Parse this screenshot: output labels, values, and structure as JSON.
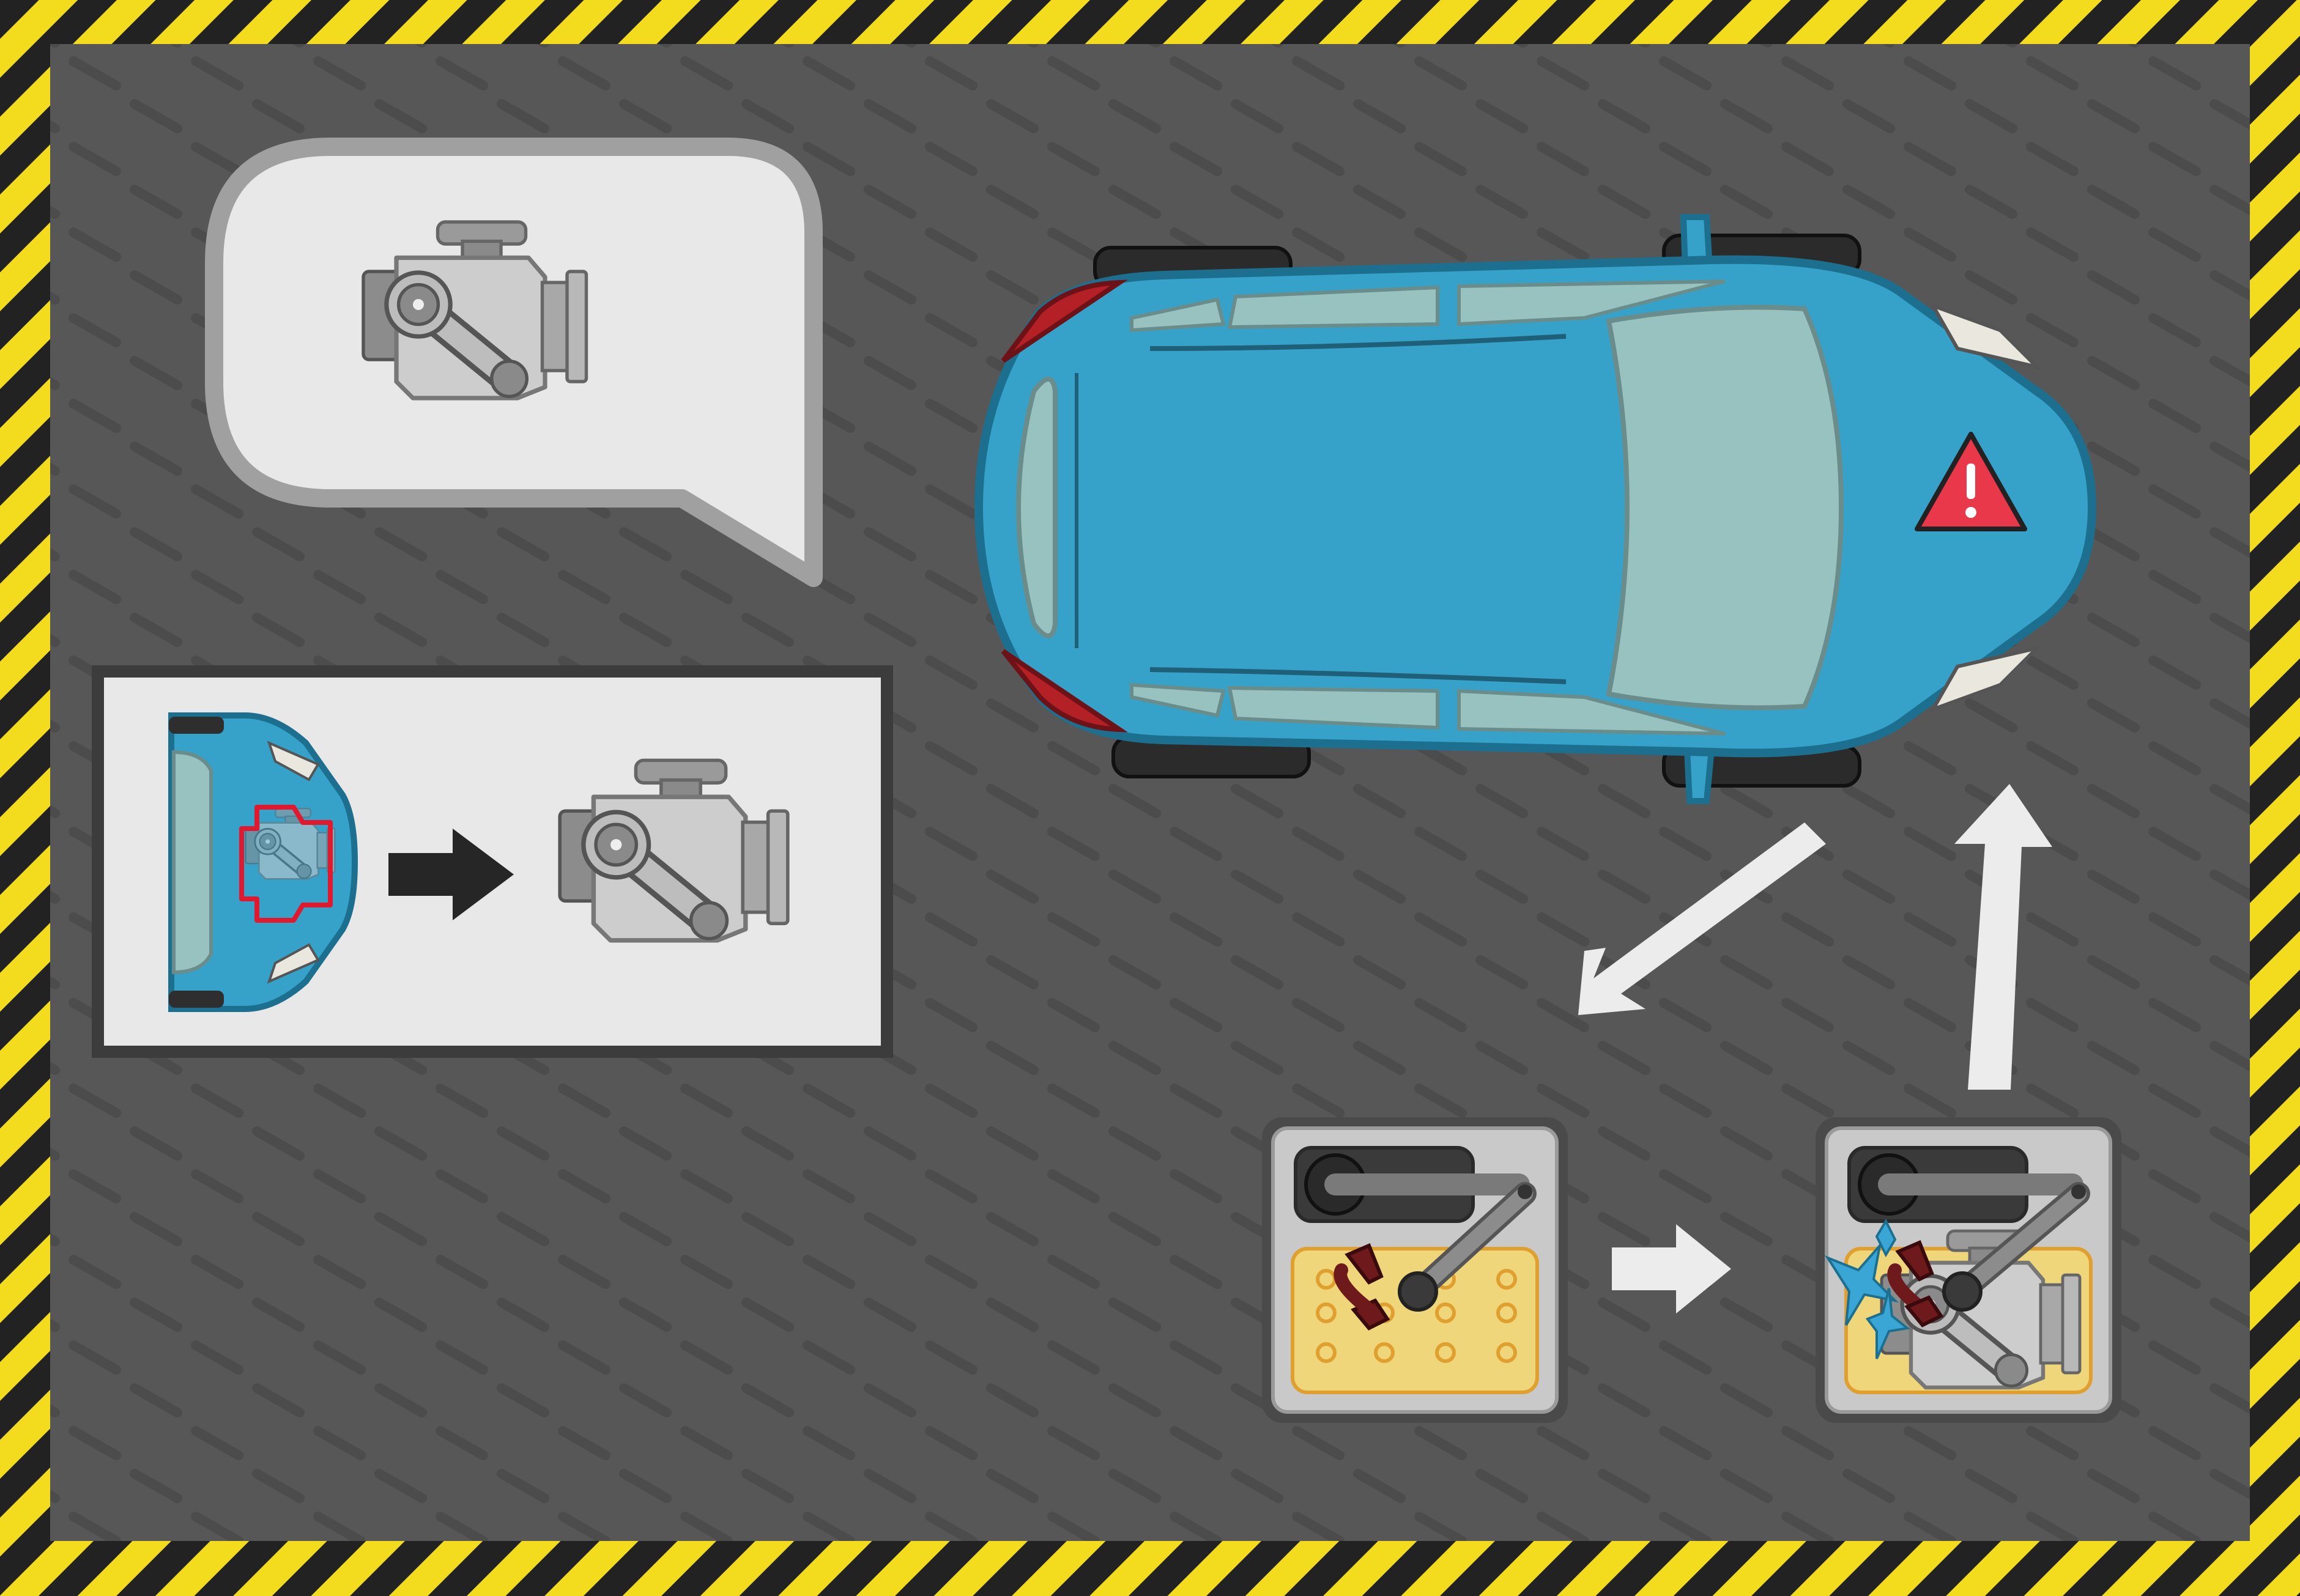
{
  "scene": {
    "name": "engine-repair-bay",
    "colors": {
      "hazard_yellow": "#f2dc1d",
      "hazard_black": "#222222",
      "floor": "#575757",
      "floor_tread": "#4c4c4c",
      "car_body": "#37a2c9",
      "car_outline": "#1d6f8f",
      "glass": "#98c2c0",
      "tail_light": "#b32025",
      "warning_red": "#e8384a",
      "engine_body": "#cdcdcd",
      "engine_dark": "#8c8c8c",
      "panel_light": "#e8e8e8",
      "panel_border": "#3c3c3c",
      "arrow_white": "#ececec",
      "arrow_dark": "#262626",
      "workbench_mat": "#f0d67a",
      "workbench_pegs": "#e0a030",
      "claw_red": "#6e1a1c",
      "spark_blue": "#3aa6d6"
    },
    "icons": {
      "thought_bubble": "engine-icon",
      "hint_panel_left": "car-front-engine-highlight-icon",
      "hint_panel_arrow": "arrow-right-icon",
      "hint_panel_right": "engine-icon",
      "car_warning": "warning-triangle-icon",
      "station_one": "robotic-arm-empty-icon",
      "station_two": "robotic-arm-holding-engine-icon"
    },
    "flow": [
      "car",
      "robotic-arm-station",
      "robotic-arm-with-engine",
      "car"
    ]
  }
}
